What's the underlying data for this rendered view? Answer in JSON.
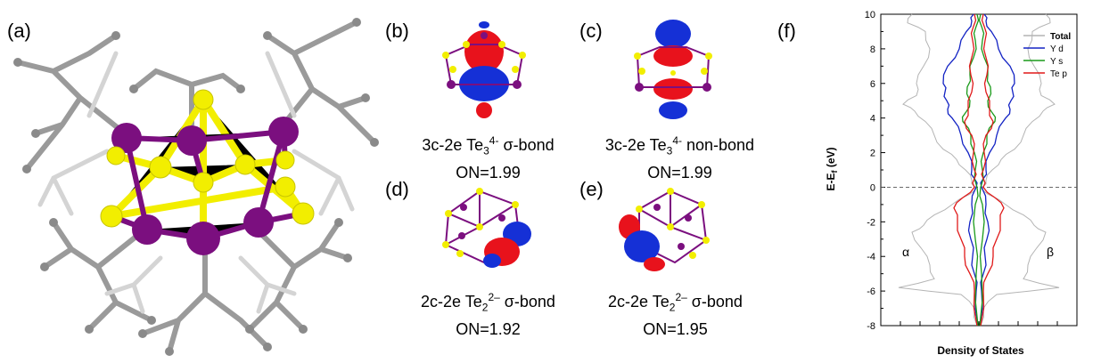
{
  "panels": {
    "a": {
      "label": "(a)"
    },
    "b": {
      "label": "(b)",
      "cap_prefix": "3c-2e Te",
      "cap_sub": "3",
      "cap_sup": "4-",
      "cap_suffix": " σ-bond",
      "on": "ON=1.99"
    },
    "c": {
      "label": "(c)",
      "cap_prefix": "3c-2e Te",
      "cap_sub": "3",
      "cap_sup": "4-",
      "cap_suffix": " non-bond",
      "on": "ON=1.99"
    },
    "d": {
      "label": "(d)",
      "cap_prefix": "2c-2e Te",
      "cap_sub": "2",
      "cap_sup": "2–",
      "cap_suffix": " σ-bond",
      "on": "ON=1.92"
    },
    "e": {
      "label": "(e)",
      "cap_prefix": "2c-2e Te",
      "cap_sub": "2",
      "cap_sup": "2–",
      "cap_suffix": " σ-bond",
      "on": "ON=1.95"
    },
    "f": {
      "label": "(f)"
    }
  },
  "colors": {
    "yttrium": "#7b0f7f",
    "tellurium": "#f2ee00",
    "carbon": "#8a8a8a",
    "orbital_pos": "#e8121c",
    "orbital_neg": "#1530d6"
  },
  "chart_data": {
    "type": "line",
    "xlabel": "Density of States",
    "ylabel_main": "E-E",
    "ylabel_sub": "f",
    "ylabel_unit": " (eV)",
    "ylim": [
      -8,
      10
    ],
    "y_ticks": [
      -8,
      -6,
      -4,
      -2,
      0,
      2,
      4,
      6,
      8,
      10
    ],
    "fermi_level": 0,
    "spin_labels": {
      "alpha": "α",
      "beta": "β"
    },
    "legend_placement": "top-right",
    "series": [
      {
        "name": "Total",
        "color": "#b4b4b4",
        "e": [
          -8,
          -7,
          -6.2,
          -5.8,
          -5.3,
          -4.5,
          -3.5,
          -2.6,
          -2.2,
          -1.6,
          -1,
          -0.4,
          0,
          0.4,
          1,
          1.6,
          2.2,
          3,
          3.8,
          4.4,
          4.8,
          5.3,
          6,
          7,
          8,
          9,
          9.5,
          10
        ],
        "dos": [
          0.02,
          0.05,
          0.2,
          0.9,
          0.5,
          0.55,
          0.65,
          0.75,
          0.62,
          0.5,
          0.3,
          0.1,
          0.04,
          0.08,
          0.15,
          0.25,
          0.4,
          0.5,
          0.6,
          0.72,
          0.85,
          0.7,
          0.7,
          0.62,
          0.55,
          0.6,
          0.8,
          0.75
        ]
      },
      {
        "name": "Y d",
        "color": "#1323c4",
        "e": [
          -8,
          -6,
          -5,
          -4,
          -3,
          -2,
          -1,
          0,
          0.5,
          1,
          2,
          3,
          4,
          4.5,
          5,
          5.5,
          6,
          7,
          8,
          9,
          9.6,
          10
        ],
        "dos": [
          0.01,
          0.03,
          0.05,
          0.07,
          0.09,
          0.1,
          0.08,
          0.03,
          0.05,
          0.08,
          0.12,
          0.2,
          0.3,
          0.35,
          0.36,
          0.38,
          0.4,
          0.35,
          0.22,
          0.14,
          0.08,
          0.06
        ]
      },
      {
        "name": "Y s",
        "color": "#1a9a1a",
        "e": [
          -8,
          -5,
          -3,
          -1,
          0,
          1,
          2,
          3,
          3.8,
          4.3,
          5,
          5.8,
          6.5,
          7.5,
          8.5,
          9.3,
          10
        ],
        "dos": [
          0.01,
          0.03,
          0.04,
          0.04,
          0.02,
          0.04,
          0.05,
          0.09,
          0.18,
          0.15,
          0.1,
          0.13,
          0.1,
          0.06,
          0.04,
          0.03,
          0.02
        ]
      },
      {
        "name": "Te p",
        "color": "#e01919",
        "e": [
          -8,
          -6,
          -5,
          -4,
          -3,
          -2,
          -1.2,
          -0.6,
          0,
          0.5,
          1,
          2,
          3,
          3.8,
          4.5,
          5.5,
          6.5,
          7.5,
          8.5,
          9.3,
          10
        ],
        "dos": [
          0.02,
          0.05,
          0.1,
          0.16,
          0.2,
          0.24,
          0.28,
          0.18,
          0.05,
          0.05,
          0.05,
          0.06,
          0.08,
          0.16,
          0.12,
          0.08,
          0.09,
          0.08,
          0.07,
          0.06,
          0.05
        ]
      }
    ]
  }
}
